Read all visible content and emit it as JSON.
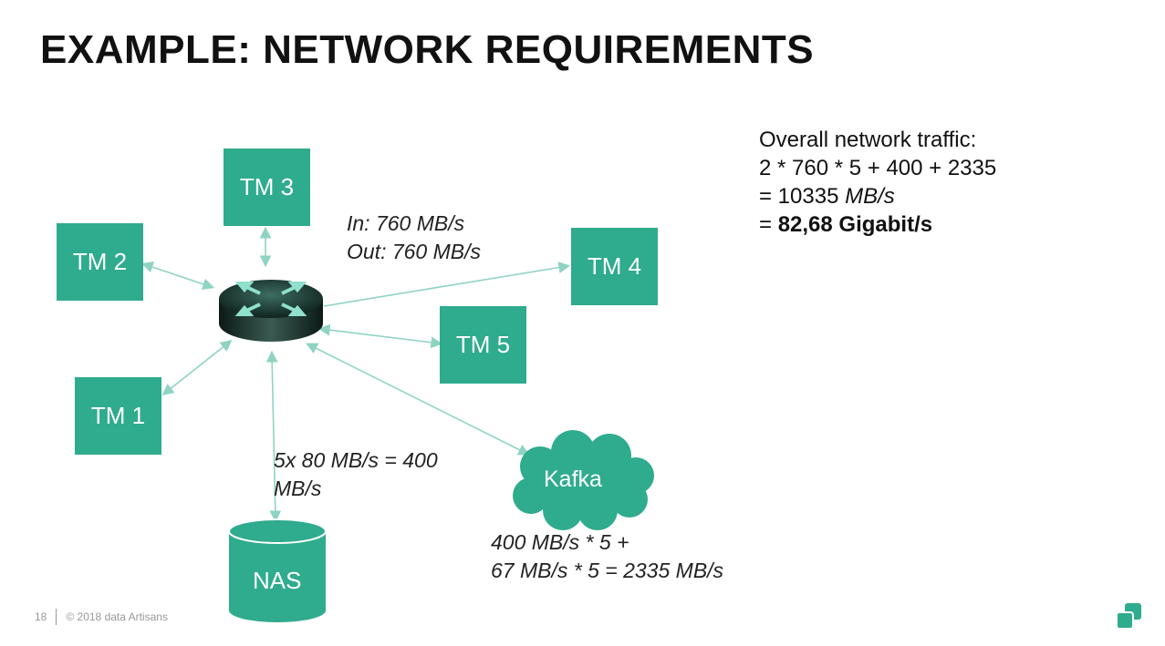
{
  "title": "EXAMPLE: NETWORK REQUIREMENTS",
  "nodes": {
    "tm1": "TM 1",
    "tm2": "TM 2",
    "tm3": "TM 3",
    "tm4": "TM 4",
    "tm5": "TM 5",
    "nas": "NAS",
    "kafka": "Kafka"
  },
  "labels": {
    "router_in": "In: 760 MB/s",
    "router_out": "Out: 760 MB/s",
    "nas_line1": "5x 80 MB/s = 400",
    "nas_line2": "MB/s",
    "kafka_line1": "400 MB/s * 5 +",
    "kafka_line2": "67 MB/s * 5 = 2335 MB/s"
  },
  "traffic": {
    "line1": "Overall network traffic:",
    "line2": "2 * 760 * 5 + 400 + 2335",
    "line3_prefix": "= 10335 ",
    "line3_unit": "MB/s",
    "line4_prefix": "= ",
    "line4_value": "82,68 Gigabit/s"
  },
  "footer": {
    "page": "18",
    "copyright": "© 2018 data Artisans"
  },
  "colors": {
    "node": "#2fab8e",
    "arrow": "#8fd3c3",
    "router_top": "#1d3a33"
  },
  "icons": {
    "router": "router-icon",
    "logo": "data-artisans-logo-icon"
  }
}
